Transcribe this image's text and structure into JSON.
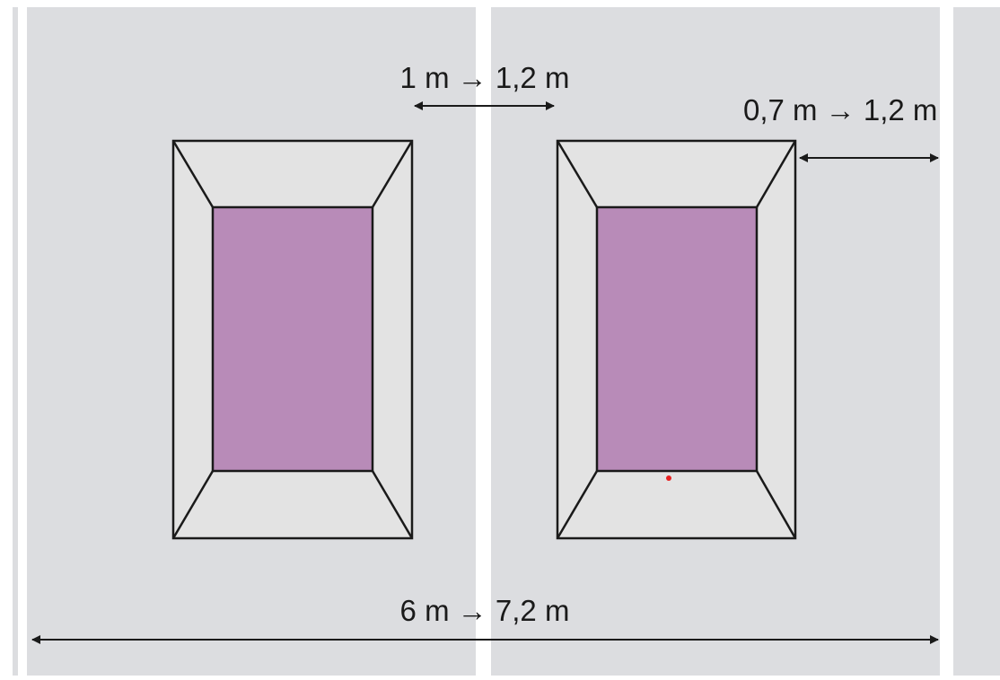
{
  "diagram": {
    "labels": {
      "gap_between_frames": "1 m → 1,2 m",
      "edge_distance": "0,7 m → 1,2 m",
      "total_width": "6 m → 7,2 m"
    },
    "colors": {
      "lane_background": "#dcdde0",
      "frame_fill": "#e3e3e3",
      "inner_fill": "#b88bb8",
      "stroke": "#1a1a1a",
      "separator": "#ffffff",
      "marker": "#e82020"
    }
  }
}
